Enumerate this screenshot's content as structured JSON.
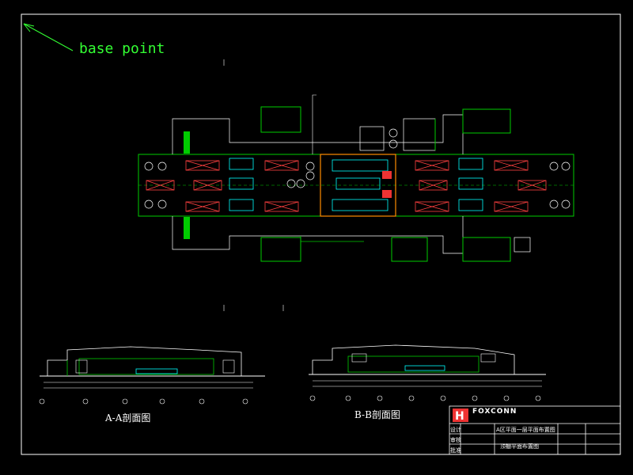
{
  "annotation": {
    "base_point": "base point"
  },
  "sections": {
    "a_a": "A-A剖面图",
    "b_b": "B-B剖面图"
  },
  "title_block": {
    "brand": "FOXCONN",
    "row_labels": [
      "设计",
      "审核",
      "批准"
    ],
    "project": "A区平面一层平面布置图",
    "drawing": "顶棚平面布置图"
  },
  "colors": {
    "background": "#000000",
    "frame": "#ffffff",
    "wall": "#00c000",
    "equipment": "#00ffff",
    "duct": "#ff4040",
    "accent": "#ff8c00",
    "annotation": "#33ff33"
  }
}
